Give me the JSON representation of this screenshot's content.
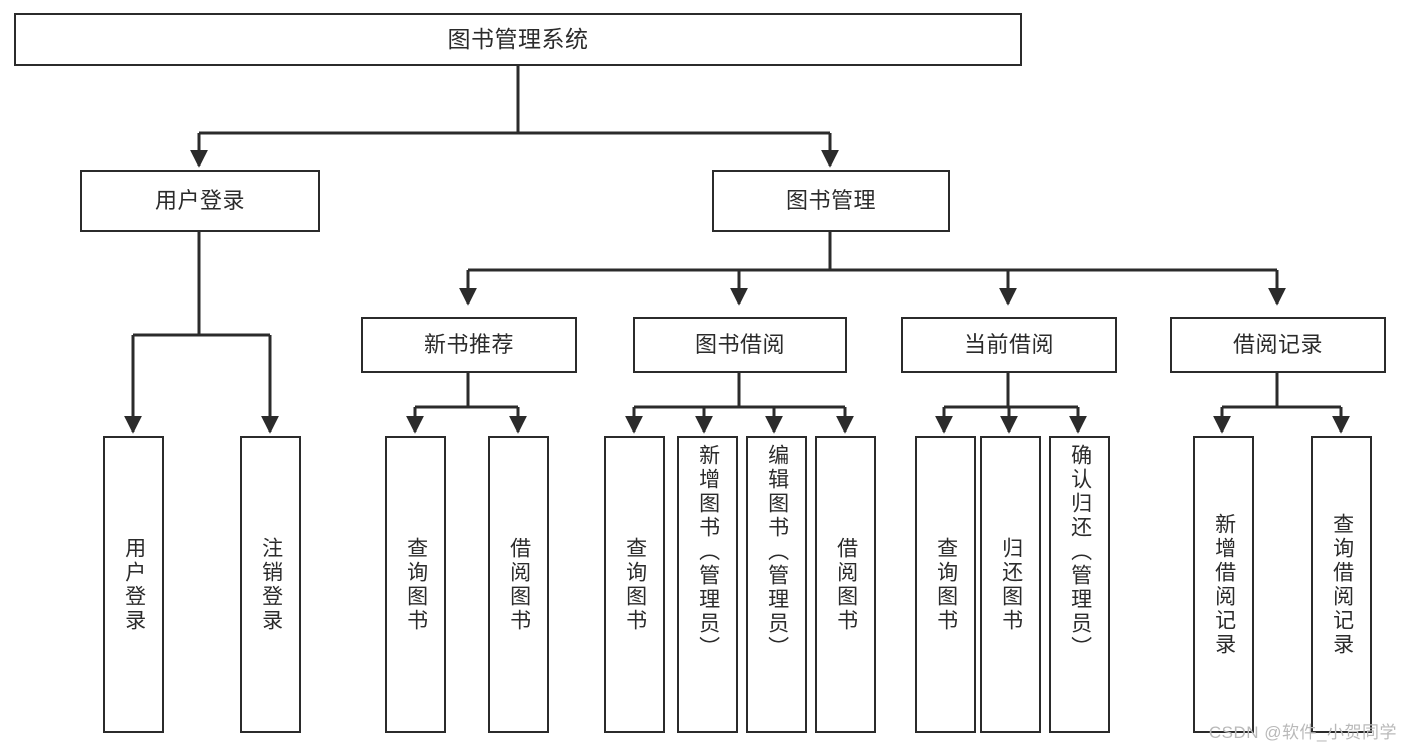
{
  "diagram": {
    "title": "图书管理系统",
    "type": "功能结构图",
    "root": {
      "label": "图书管理系统"
    },
    "level1": [
      {
        "label": "用户登录"
      },
      {
        "label": "图书管理"
      }
    ],
    "level2": [
      {
        "label": "新书推荐"
      },
      {
        "label": "图书借阅"
      },
      {
        "label": "当前借阅"
      },
      {
        "label": "借阅记录"
      }
    ],
    "leaves": {
      "user_login": [
        {
          "label": "用户登录"
        },
        {
          "label": "注销登录"
        }
      ],
      "new_book_recommend": [
        {
          "label": "查询图书"
        },
        {
          "label": "借阅图书"
        }
      ],
      "book_borrow": [
        {
          "label": "查询图书"
        },
        {
          "label": "新增图书（管理员）"
        },
        {
          "label": "编辑图书（管理员）"
        },
        {
          "label": "借阅图书"
        }
      ],
      "current_borrow": [
        {
          "label": "查询图书"
        },
        {
          "label": "归还图书"
        },
        {
          "label": "确认归还（管理员）"
        }
      ],
      "borrow_record": [
        {
          "label": "新增借阅记录"
        },
        {
          "label": "查询借阅记录"
        }
      ]
    }
  },
  "watermark": {
    "text": "CSDN @软件_小贺同学"
  },
  "colors": {
    "stroke": "#2b2b2b",
    "text": "#2b2b2b",
    "background": "#ffffff",
    "watermark": "#b9b9b9"
  }
}
